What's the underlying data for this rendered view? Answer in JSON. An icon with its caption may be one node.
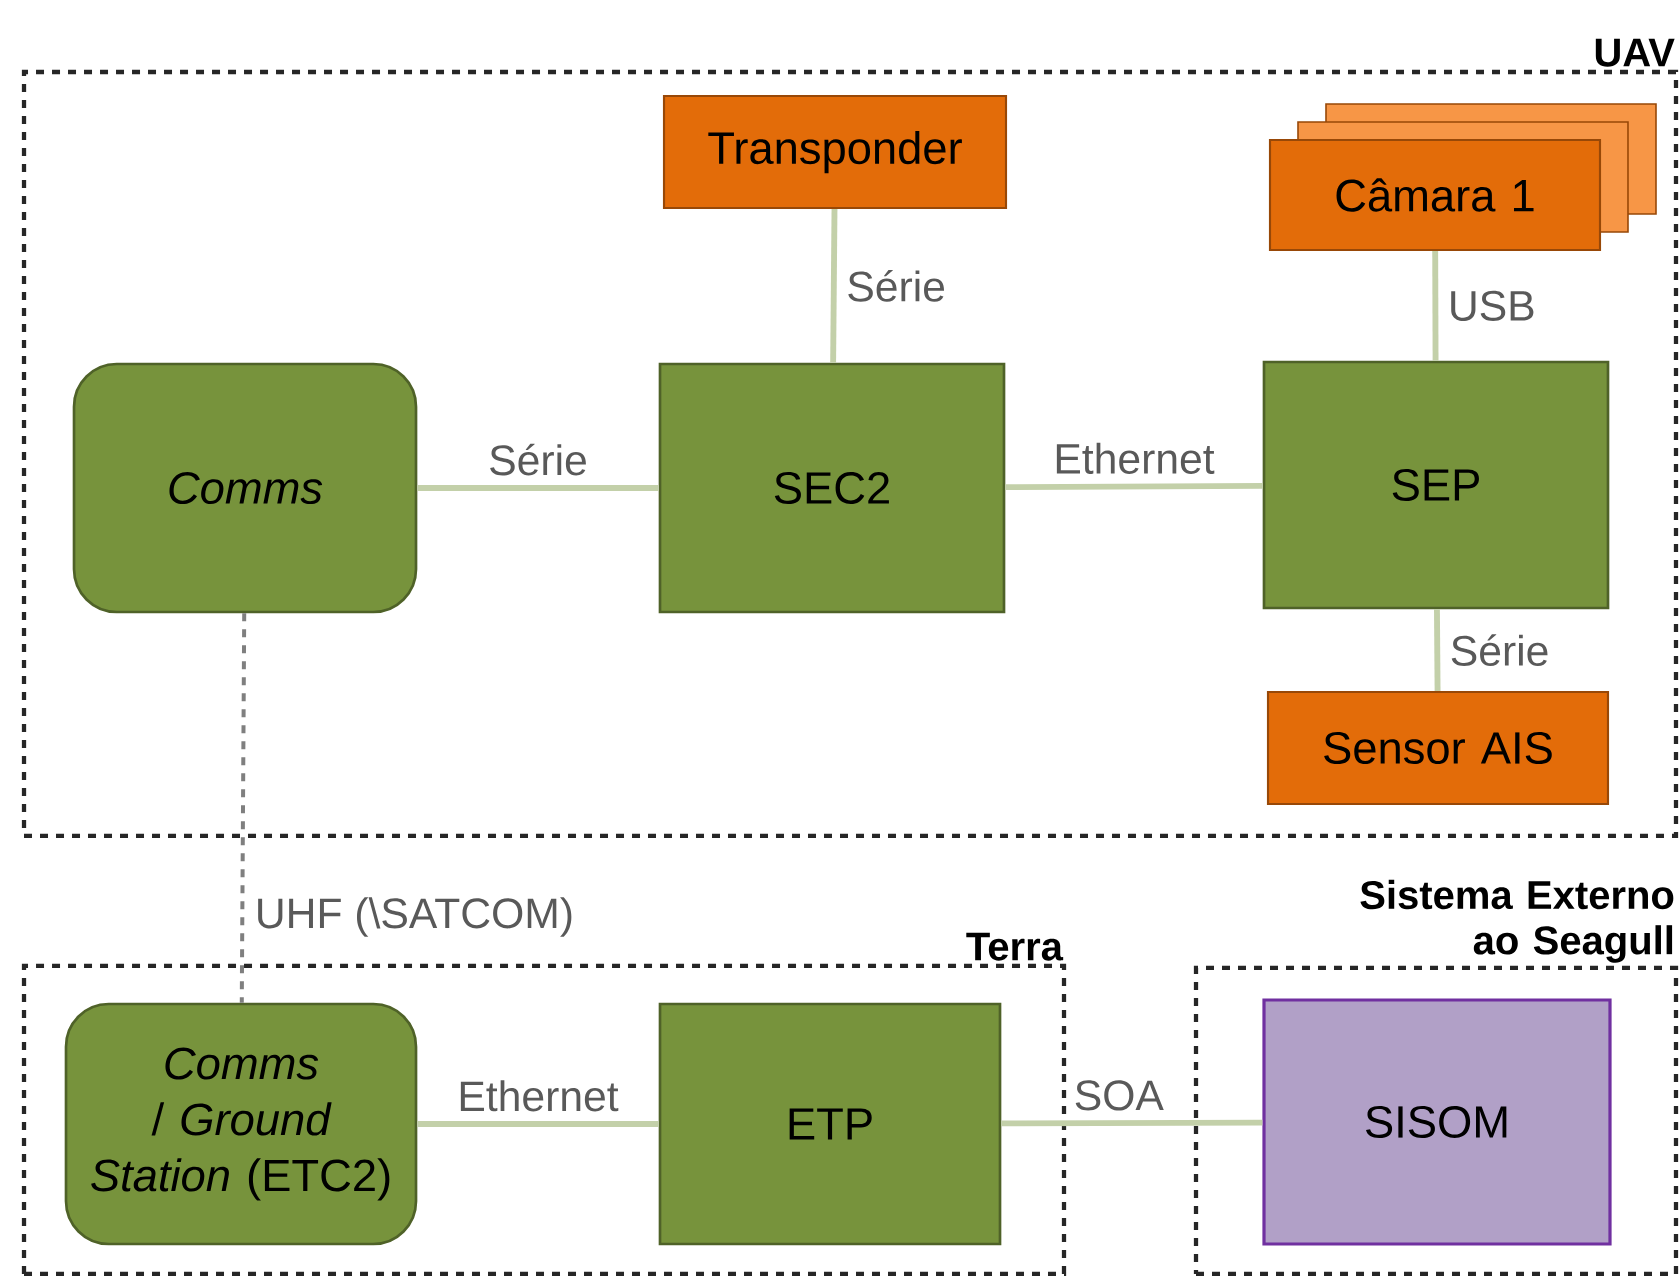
{
  "diagram": {
    "nodes": [
      {
        "text": [
          "UAV"
        ]
      },
      {
        "text": [
          "Transponder"
        ],
        "in": 0
      },
      {
        "text": [
          "Câmara 1"
        ],
        "in": 0
      },
      {
        "text": [
          "Comms"
        ],
        "in": 0
      },
      {
        "text": [
          "SEC2"
        ],
        "in": 0
      },
      {
        "text": [
          "SEP"
        ],
        "in": 0
      },
      {
        "text": [
          "Sensor AIS"
        ],
        "in": 0
      },
      {
        "text": [
          "Terra"
        ]
      },
      {
        "text": [
          "*Comms* / *Ground Station* (ETC2)"
        ],
        "in": 7
      },
      {
        "text": [
          "ETP"
        ],
        "in": 7
      },
      {
        "text": [
          "Sistema Externo ao Seagull"
        ]
      },
      {
        "text": [
          "SISOM"
        ],
        "in": 10
      }
    ],
    "edges": [
      {
        "from": 1,
        "to": 4,
        "arrow": "none",
        "label": "Série"
      },
      {
        "from": 3,
        "to": 4,
        "arrow": "none",
        "label": "Série"
      },
      {
        "from": 4,
        "to": 5,
        "arrow": "none",
        "label": "Ethernet"
      },
      {
        "from": 2,
        "to": 5,
        "arrow": "none",
        "label": "USB"
      },
      {
        "from": 5,
        "to": 6,
        "arrow": "none",
        "label": "Série"
      },
      {
        "from": 3,
        "to": 8,
        "arrow": "none",
        "label": "UHF (\\SATCOM)",
        "style": "dashed",
        "color": "#7f7f7f"
      },
      {
        "from": 8,
        "to": 9,
        "arrow": "none",
        "label": "Ethernet"
      },
      {
        "from": 9,
        "to": 11,
        "arrow": "none",
        "label": "SOA"
      }
    ]
  }
}
